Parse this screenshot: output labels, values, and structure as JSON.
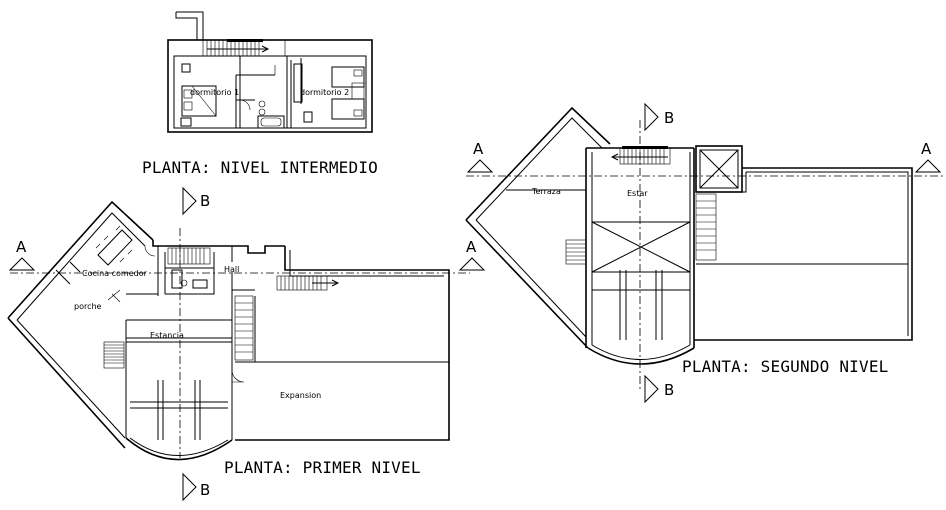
{
  "titles": {
    "intermedio": "PLANTA: NIVEL INTERMEDIO",
    "primer": "PLANTA: PRIMER NIVEL",
    "segundo": "PLANTA: SEGUNDO NIVEL"
  },
  "section_marks": {
    "a": "A",
    "b": "B"
  },
  "rooms": {
    "dormitorio1": "dormitorio 1",
    "dormitorio2": "dormitorio 2",
    "cocina_comedor": "Cocina comedor",
    "hall": "Hall",
    "porche": "porche",
    "estancia": "Estancia",
    "expansion": "Expansion",
    "terraza": "Terraza",
    "estar": "Estar"
  }
}
